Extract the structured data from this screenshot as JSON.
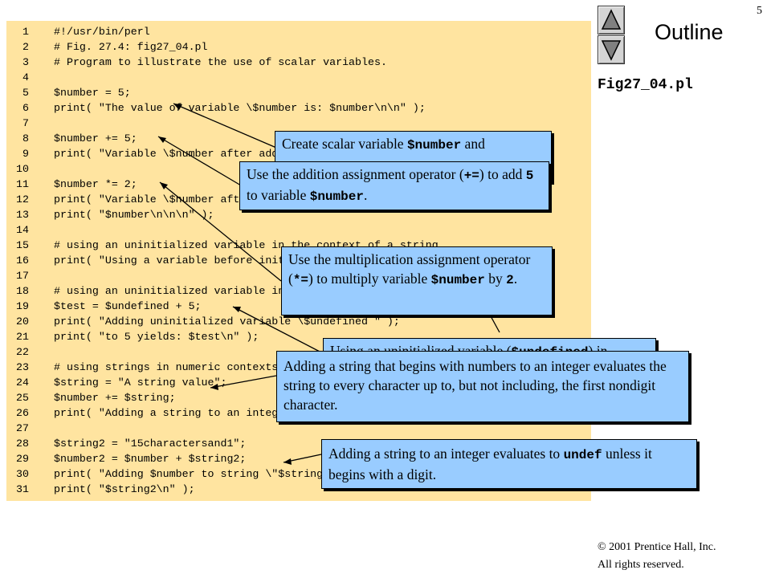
{
  "slide_number": "5",
  "outline_title": "Outline",
  "figure_name": "Fig27_04.pl",
  "code_lines": [
    {
      "n": "1",
      "text": "#!/usr/bin/perl"
    },
    {
      "n": "2",
      "text": "# Fig. 27.4: fig27_04.pl"
    },
    {
      "n": "3",
      "text": "# Program to illustrate the use of scalar variables."
    },
    {
      "n": "4",
      "text": ""
    },
    {
      "n": "5",
      "text": "$number = 5;"
    },
    {
      "n": "6",
      "text": "print( \"The value of variable \\$number is: $number\\n\\n\" );"
    },
    {
      "n": "7",
      "text": ""
    },
    {
      "n": "8",
      "text": "$number += 5;"
    },
    {
      "n": "9",
      "text": "print( \"Variable \\$number after adding 5 is: $number\\n\" );"
    },
    {
      "n": "10",
      "text": ""
    },
    {
      "n": "11",
      "text": "$number *= 2;"
    },
    {
      "n": "12",
      "text": "print( \"Variable \\$number after multiplying by 2 is: \" );"
    },
    {
      "n": "13",
      "text": "print( \"$number\\n\\n\\n\" );"
    },
    {
      "n": "14",
      "text": ""
    },
    {
      "n": "15",
      "text": "# using an uninitialized variable in the context of a string"
    },
    {
      "n": "16",
      "text": "print( \"Using a variable before initializing: $variable\\n\\n\" );"
    },
    {
      "n": "17",
      "text": ""
    },
    {
      "n": "18",
      "text": "# using an uninitialized variable in a numeric context"
    },
    {
      "n": "19",
      "text": "$test = $undefined + 5;"
    },
    {
      "n": "20",
      "text": "print( \"Adding uninitialized variable \\$undefined \" );"
    },
    {
      "n": "21",
      "text": "print( \"to 5 yields: $test\\n\" );"
    },
    {
      "n": "22",
      "text": ""
    },
    {
      "n": "23",
      "text": "# using strings in numeric contexts"
    },
    {
      "n": "24",
      "text": "$string = \"A string value\";"
    },
    {
      "n": "25",
      "text": "$number += $string;"
    },
    {
      "n": "26",
      "text": "print( \"Adding a string to an integer yields: $number\\n\" );"
    },
    {
      "n": "27",
      "text": ""
    },
    {
      "n": "28",
      "text": "$string2 = \"15charactersand1\";"
    },
    {
      "n": "29",
      "text": "$number2 = $number + $string2;"
    },
    {
      "n": "30",
      "text": "print( \"Adding $number to string \\\"$string2\\\" yields: $number2\\n\" );"
    },
    {
      "n": "31",
      "text": "print( \"$string2\\n\" );"
    }
  ],
  "callouts": {
    "c1": {
      "t1": "Create scalar variable ",
      "m1": "$number",
      "t2": " and"
    },
    "c2": {
      "t1": "Use the addition assignment operator (",
      "m1": "+=",
      "t2": ") to add ",
      "m2": "5",
      "t3": " to variable ",
      "m3": "$number",
      "t4": "."
    },
    "c3": {
      "t1": "Use the multiplication assignment operator (",
      "m1": "*=",
      "t2": ") to multiply variable ",
      "m2": "$number",
      "t3": " by ",
      "m3": "2",
      "t4": "."
    },
    "c4": {
      "t1": "Using an uninitialized variable (",
      "m1": "$undefined",
      "t2": ") in"
    },
    "c5": {
      "t1": "Adding a string that begins with numbers to an integer evaluates the string to every character up to, but not including, the first nondigit character."
    },
    "c6": {
      "t1": "Adding a string to an integer evaluates to ",
      "m1": "undef",
      "t2": " unless it begins with a digit."
    }
  },
  "footer": {
    "copyright": "© 2001 Prentice Hall, Inc.",
    "rights": "All rights reserved."
  }
}
